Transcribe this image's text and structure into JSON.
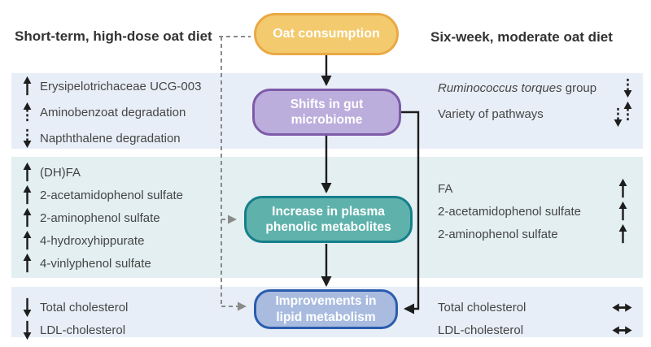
{
  "headers": {
    "left": "Short-term, high-dose oat diet",
    "right": "Six-week, moderate oat diet"
  },
  "flow": {
    "oat": {
      "label": "Oat consumption",
      "fill": "#F3CA6E",
      "border": "#E9A944"
    },
    "microbiome": {
      "label": "Shifts in gut microbiome",
      "fill": "#BCAEDC",
      "border": "#7D5BA9"
    },
    "metabolites": {
      "label": "Increase in plasma phenolic metabolites",
      "fill": "#5FB2AC",
      "border": "#167F8B"
    },
    "lipid": {
      "label": "Improvements in lipid metabolism",
      "fill": "#A9BCDF",
      "border": "#2B5CAE"
    }
  },
  "colors": {
    "band_blue": "#E8EEF7",
    "band_teal": "#E3EFF1",
    "arrow_black": "#1D1D1D",
    "dashed_gray": "#8A8A8A",
    "list_text": "#454545",
    "heading_text": "#333333"
  },
  "lists": [
    {
      "id": "l1",
      "items": [
        {
          "arrow": "up",
          "text": "Erysipelotrichaceae UCG-003"
        },
        {
          "arrow": "up-dashed",
          "text": "Aminobenzoat degradation"
        },
        {
          "arrow": "down-dashed",
          "text": "Napththalene degradation"
        }
      ]
    },
    {
      "id": "l2",
      "items": [
        {
          "arrow": "up",
          "text": "(DH)FA"
        },
        {
          "arrow": "up",
          "text": "2-acetamidophenol sulfate"
        },
        {
          "arrow": "up",
          "text": "2-aminophenol sulfate"
        },
        {
          "arrow": "up",
          "text": "4-hydroxyhippurate"
        },
        {
          "arrow": "up",
          "text": "4-vinlyphenol sulfate"
        }
      ]
    },
    {
      "id": "l3",
      "items": [
        {
          "arrow": "down",
          "text": "Total cholesterol"
        },
        {
          "arrow": "down",
          "text": "LDL-cholesterol"
        }
      ]
    },
    {
      "id": "r1",
      "items": [
        {
          "arrow": "down-dashed",
          "segments": [
            {
              "text": "Ruminococcus torques",
              "italic": true
            },
            {
              "text": " group",
              "italic": false
            }
          ]
        },
        {
          "arrow": "down-up-dashed",
          "text": "Variety of pathways"
        }
      ]
    },
    {
      "id": "r2",
      "items": [
        {
          "arrow": "up",
          "text": "FA"
        },
        {
          "arrow": "up",
          "text": "2-acetamidophenol sulfate"
        },
        {
          "arrow": "up",
          "text": "2-aminophenol sulfate"
        }
      ]
    },
    {
      "id": "r3",
      "items": [
        {
          "arrow": "left-right",
          "text": "Total cholesterol"
        },
        {
          "arrow": "left-right",
          "text": "LDL-cholesterol"
        }
      ]
    }
  ]
}
